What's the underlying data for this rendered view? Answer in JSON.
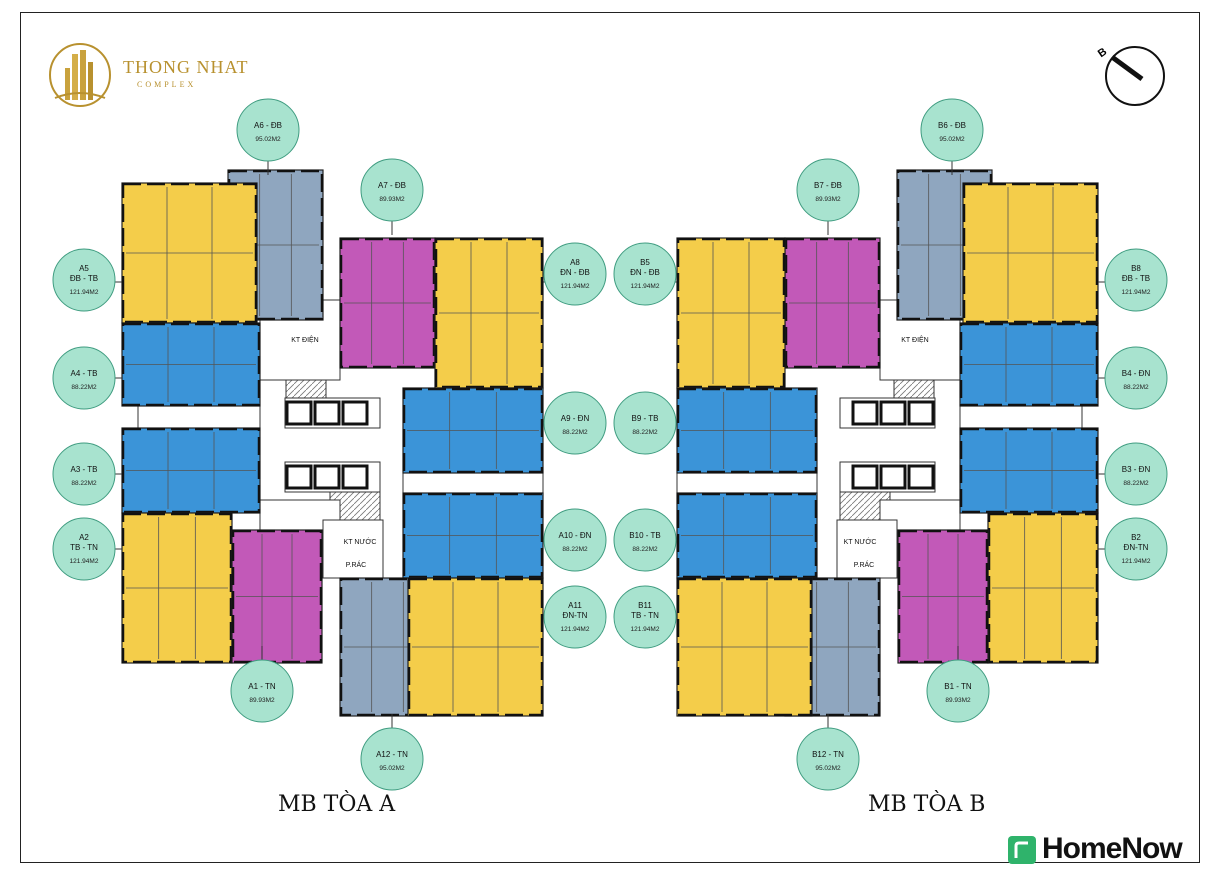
{
  "logo": {
    "name": "THONG NHAT",
    "sub": "COMPLEX"
  },
  "compass": {
    "letter": "B"
  },
  "watermark": {
    "text": "HomeNow",
    "color": "#2fb36b"
  },
  "colors": {
    "yellow": "#f4cd4a",
    "blue": "#3b94d8",
    "gray": "#8fa6bf",
    "magenta": "#c259b8",
    "label_fill": "#a8e3cf",
    "label_stroke": "#3f9c80"
  },
  "towers": {
    "A": {
      "title": "MB TÒA A",
      "rooms": [
        "KT ĐIỆN",
        "KT NƯỚC",
        "P.RÁC"
      ],
      "units": [
        {
          "id": "a6",
          "code": "A6 - ĐB",
          "area": "95.02M2"
        },
        {
          "id": "a7",
          "code": "A7 - ĐB",
          "area": "89.93M2"
        },
        {
          "id": "a5",
          "code": "A5 ĐB - TB",
          "area": "121.94M2"
        },
        {
          "id": "a8",
          "code": "A8 ĐN - ĐB",
          "area": "121.94M2"
        },
        {
          "id": "a4",
          "code": "A4 - TB",
          "area": "88.22M2"
        },
        {
          "id": "a9",
          "code": "A9 - ĐN",
          "area": "88.22M2"
        },
        {
          "id": "a3",
          "code": "A3 - TB",
          "area": "88.22M2"
        },
        {
          "id": "a10",
          "code": "A10 - ĐN",
          "area": "88.22M2"
        },
        {
          "id": "a2",
          "code": "A2 TB - TN",
          "area": "121.94M2"
        },
        {
          "id": "a11",
          "code": "A11 ĐN-TN",
          "area": "121.94M2"
        },
        {
          "id": "a1",
          "code": "A1 - TN",
          "area": "89.93M2"
        },
        {
          "id": "a12",
          "code": "A12 - TN",
          "area": "95.02M2"
        }
      ]
    },
    "B": {
      "title": "MB TÒA B",
      "rooms": [
        "KT ĐIỆN",
        "KT NƯỚC",
        "P.RÁC"
      ],
      "units": [
        {
          "id": "b6",
          "code": "B6 - ĐB",
          "area": "95.02M2"
        },
        {
          "id": "b7",
          "code": "B7 - ĐB",
          "area": "89.93M2"
        },
        {
          "id": "b8",
          "code": "B8 ĐB - TB",
          "area": "121.94M2"
        },
        {
          "id": "b5",
          "code": "B5 ĐN - ĐB",
          "area": "121.94M2"
        },
        {
          "id": "b4",
          "code": "B4 - ĐN",
          "area": "88.22M2"
        },
        {
          "id": "b9",
          "code": "B9 - TB",
          "area": "88.22M2"
        },
        {
          "id": "b3",
          "code": "B3 - ĐN",
          "area": "88.22M2"
        },
        {
          "id": "b10",
          "code": "B10 - TB",
          "area": "88.22M2"
        },
        {
          "id": "b2",
          "code": "B2 ĐN-TN",
          "area": "121.94M2"
        },
        {
          "id": "b11",
          "code": "B11 TB - TN",
          "area": "121.94M2"
        },
        {
          "id": "b1",
          "code": "B1 - TN",
          "area": "89.93M2"
        },
        {
          "id": "b12",
          "code": "B12 - TN",
          "area": "95.02M2"
        }
      ]
    }
  }
}
